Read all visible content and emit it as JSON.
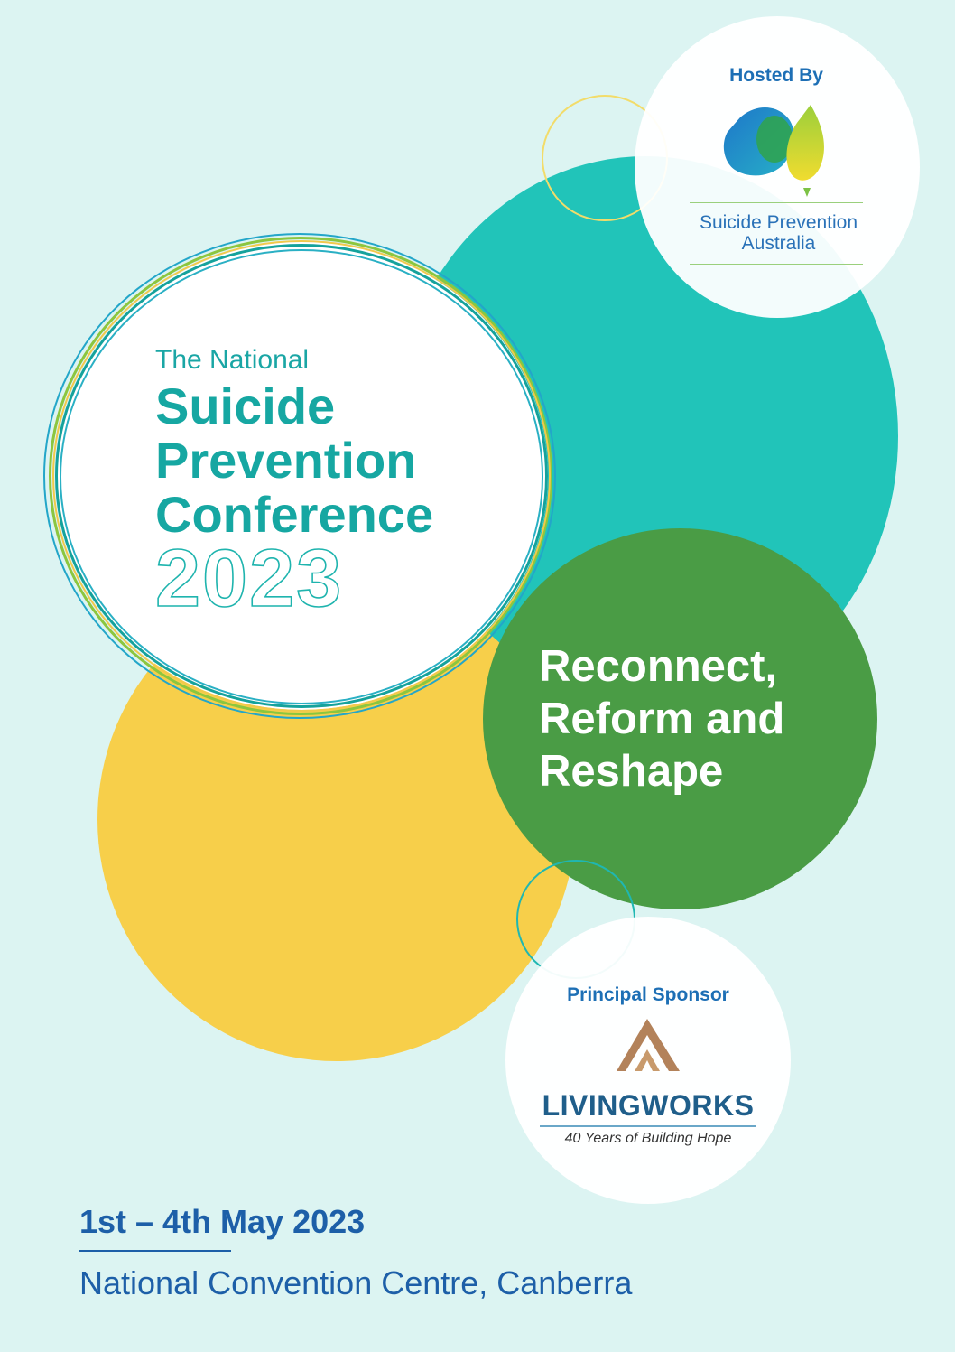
{
  "conference": {
    "prefix": "The National",
    "title_line1": "Suicide",
    "title_line2": "Prevention",
    "title_line3": "Conference",
    "year": "2023"
  },
  "tagline": {
    "line1": "Reconnect,",
    "line2": "Reform and",
    "line3": "Reshape"
  },
  "host": {
    "label": "Hosted By",
    "org_line1": "Suicide Prevention",
    "org_line2": "Australia",
    "logo_icon": "australia-map-logo-icon"
  },
  "sponsor": {
    "label": "Principal Sponsor",
    "name": "LIVINGWORKS",
    "tagline": "40 Years of Building Hope",
    "logo_icon": "mountain-peak-logo-icon"
  },
  "event": {
    "date": "1st – 4th May 2023",
    "venue": "National Convention Centre, Canberra"
  },
  "colors": {
    "background": "#dcf4f2",
    "teal": "#21c4b9",
    "yellow": "#f7cf4a",
    "green": "#4a9c45",
    "blue_text": "#1d5fa8",
    "sponsor_bronze": "#b3825a"
  }
}
